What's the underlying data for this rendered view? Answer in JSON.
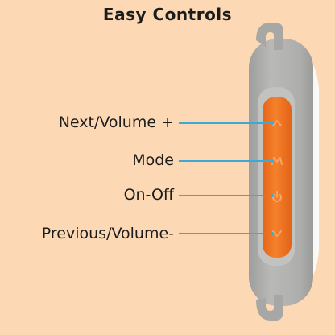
{
  "title": "Easy Controls",
  "labels": {
    "next": "Next/Volume +",
    "mode": "Mode",
    "onoff": "On-Off",
    "prev": "Previous/Volume-"
  },
  "colors": {
    "background": "#FCD9B4",
    "device_body": "#B6B6B4",
    "button_strip": "#F07822",
    "leader_line": "#3FA9D6"
  },
  "icons": [
    "chevron-up-icon",
    "mode-icon",
    "power-icon",
    "chevron-down-icon"
  ]
}
